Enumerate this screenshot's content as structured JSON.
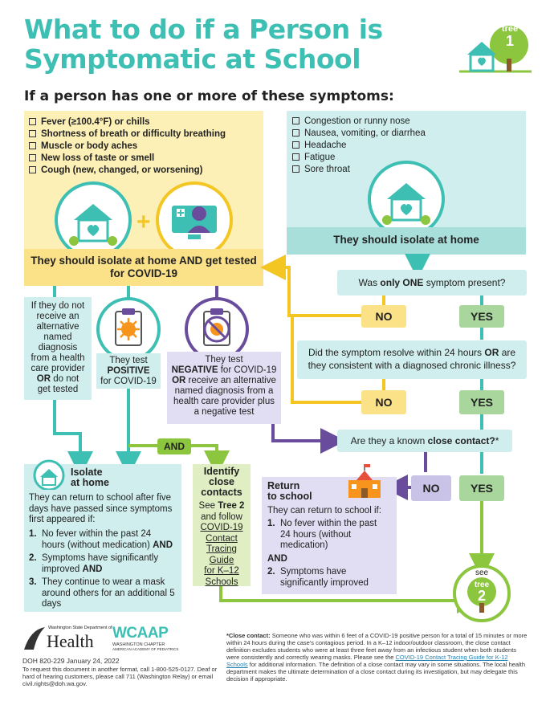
{
  "header": {
    "title_line1": "What to do if a Person is",
    "title_line2": "Symptomatic at School",
    "badge_label": "tree",
    "badge_number": "1",
    "subtitle": "If a person has one or more of these symptoms:"
  },
  "symptoms_main": [
    "Fever (≥100.4°F) or chills",
    "Shortness of breath or difficulty breathing",
    "Muscle or body aches",
    "New loss of taste or smell",
    "Cough (new, changed, or worsening)"
  ],
  "symptoms_other": [
    "Congestion or runny nose",
    "Nausea, vomiting, or diarrhea",
    "Headache",
    "Fatigue",
    "Sore throat"
  ],
  "plus_sign": "+",
  "isolate_and_test": "They should isolate at home AND get tested for COVID-19",
  "isolate_only": "They should isolate at home",
  "q_one_symptom": {
    "prefix": "Was ",
    "bold": "only ONE",
    "suffix": " symptom present?"
  },
  "q_resolve": {
    "line1_prefix": "Did the symptom resolve within 24 hours ",
    "line1_bold": "OR",
    "line1_suffix": " are",
    "line2": "they consistent with a diagnosed chronic illness?"
  },
  "q_close_contact": {
    "prefix": "Are they a known ",
    "bold": "close contact?",
    "suffix": "*"
  },
  "answers": {
    "no": "NO",
    "yes": "YES",
    "and": "AND"
  },
  "branch_no_test": {
    "line1": "If they do not",
    "line2": "receive an",
    "line3": "alternative",
    "line4": "named",
    "line5": "diagnosis",
    "line6": "from a health",
    "line7": "care provider",
    "or": "OR",
    "line8": " do not",
    "line9": "get tested"
  },
  "branch_positive": {
    "line1": "They test",
    "bold": "POSITIVE",
    "line3": "for COVID-19"
  },
  "branch_negative": {
    "line1": "They test",
    "bold": "NEGATIVE",
    "line2_suffix": " for COVID-19",
    "or": "OR",
    "line3_suffix": " receive an alternative",
    "line4": "named diagnosis from a",
    "line5": "health care provider plus",
    "line6": "a negative test"
  },
  "isolate_panel": {
    "heading_line1": "Isolate",
    "heading_line2": "at home",
    "intro": "They can return to school after five days have passed since symptoms first appeared if:",
    "steps": [
      {
        "n": "1.",
        "text": "No fever within the past 24 hours (without medication)",
        "tail": "AND"
      },
      {
        "n": "2.",
        "text": "Symptoms have significantly improved",
        "tail": "AND"
      },
      {
        "n": "3.",
        "text": "They continue to wear a mask around others for an additional 5 days",
        "tail": ""
      }
    ]
  },
  "close_contacts_panel": {
    "heading_line1": "Identify",
    "heading_line2": "close",
    "heading_line3": "contacts",
    "see": "See ",
    "tree2": "Tree 2",
    "rest": "and follow",
    "link1": "COVID-19",
    "link2": "Contact",
    "link3": "Tracing",
    "link4": "Guide",
    "link5": "for K–12",
    "link6": "Schools"
  },
  "return_panel": {
    "heading_line1": "Return",
    "heading_line2": "to school",
    "intro": "They can return to school if:",
    "step1": "No fever within the past 24 hours (without medication)",
    "and": "AND",
    "step2": "Symptoms have significantly improved"
  },
  "tree2_badge": {
    "see": "see",
    "label": "tree",
    "number": "2"
  },
  "footer": {
    "agency_small": "Washington State Department of",
    "agency": "Health",
    "wcaap": "WCAAP",
    "wcaap_sub1": "WASHINGTON CHAPTER",
    "wcaap_sub2": "AMERICAN ACADEMY OF PEDIATRICS",
    "doc_id": "DOH 820-229  January 24, 2022",
    "request": "To request this document in another format, call 1-800-525-0127. Deaf or hard of hearing customers, please call 711 (Washington Relay) or email civil.rights@doh.wa.gov.",
    "footnote_label": "*Close contact:",
    "footnote_a": " Someone who was within 6 feet of a COVID-19 positive person for a total of 15 minutes or more within 24 hours during the case's contagious period. In a K–12 indoor/outdoor classroom, the close contact definition excludes students who were at least three feet away from an infectious student when both students were consistently and correctly wearing masks. Please see the ",
    "footnote_link": "COVID-19 Contact Tracing Guide for K-12 Schools",
    "footnote_b": " for additional information. The definition of a close contact may vary in some situations. The local health department makes the ultimate determination of a close contact during its investigation, but may delegate this decision if appropriate."
  },
  "colors": {
    "teal": "#3dbfb3",
    "yellow": "#f3c623",
    "green": "#8cc63f",
    "purple": "#6a4c9c",
    "orange": "#f7941d"
  }
}
